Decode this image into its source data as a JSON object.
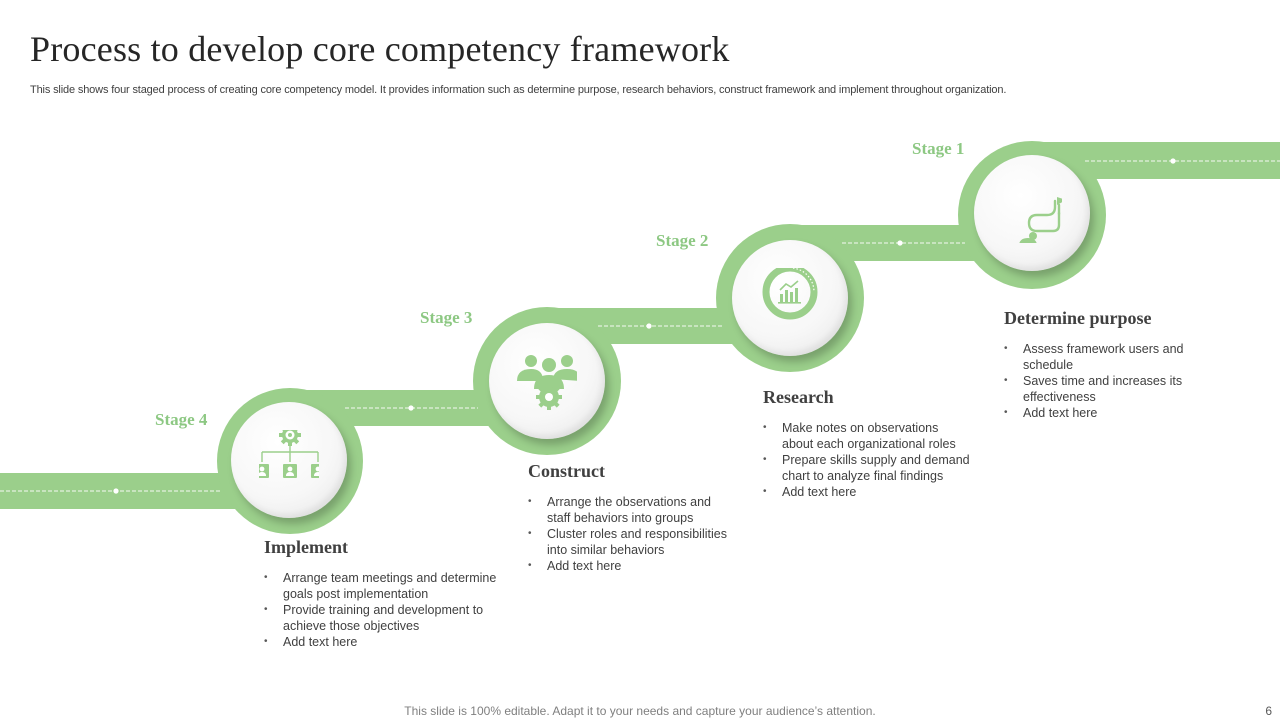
{
  "slide": {
    "title": "Process to develop core competency framework",
    "subtitle": "This slide shows four staged process of creating core competency model. It provides information such as determine purpose, research behaviors, construct framework and implement throughout organization.",
    "footer": "This slide is 100% editable. Adapt it to your needs and capture your audience’s attention.",
    "page_number": "6"
  },
  "colors": {
    "accent": "#9bcf8b",
    "label": "#8dc883",
    "text": "#404040"
  },
  "stages": [
    {
      "label": "Stage 1",
      "heading": "Determine purpose",
      "icon": "flag-path-icon",
      "bullets": [
        "Assess framework users and schedule",
        "Saves time and increases its effectiveness",
        "Add text here"
      ]
    },
    {
      "label": "Stage 2",
      "heading": "Research",
      "icon": "chart-donut-icon",
      "bullets": [
        "Make notes on observations about each organizational roles",
        "Prepare skills supply and demand chart to analyze final findings",
        "Add text here"
      ]
    },
    {
      "label": "Stage 3",
      "heading": "Construct",
      "icon": "team-gear-icon",
      "bullets": [
        "Arrange the observations and staff behaviors into groups",
        "Cluster roles and responsibilities into similar behaviors",
        "Add text here"
      ]
    },
    {
      "label": "Stage 4",
      "heading": "Implement",
      "icon": "org-chart-icon",
      "bullets": [
        "Arrange team meetings and determine goals post implementation",
        "Provide training and development to achieve those objectives",
        "Add text here"
      ]
    }
  ]
}
